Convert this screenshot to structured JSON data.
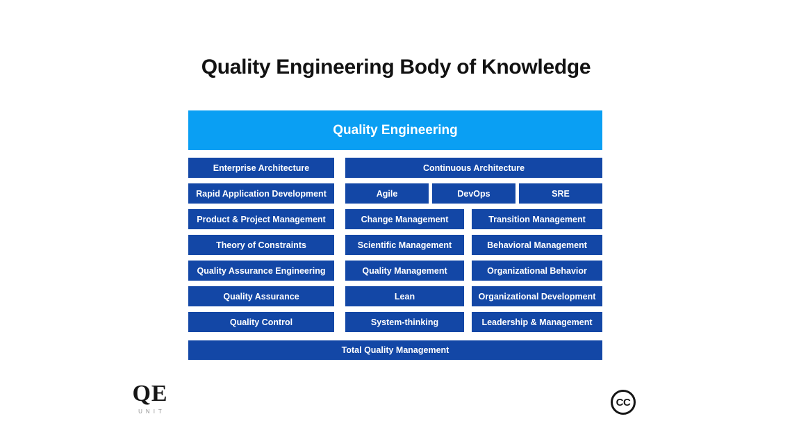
{
  "page": {
    "title": "Quality Engineering Body of Knowledge"
  },
  "diagram": {
    "header": {
      "label": "Quality Engineering"
    },
    "left_column": [
      "Enterprise Architecture",
      "Rapid Application Development",
      "Product & Project Management",
      "Theory of Constraints",
      "Quality Assurance Engineering",
      "Quality Assurance",
      "Quality Control"
    ],
    "right_section": {
      "row_full": "Continuous Architecture",
      "triple": [
        "Agile",
        "DevOps",
        "SRE"
      ],
      "pairs": [
        [
          "Change Management",
          "Transition Management"
        ],
        [
          "Scientific Management",
          "Behavioral Management"
        ],
        [
          "Quality Management",
          "Organizational Behavior"
        ],
        [
          "Lean",
          "Organizational Development"
        ],
        [
          "System-thinking",
          "Leadership & Management"
        ]
      ]
    },
    "footer": "Total Quality Management",
    "colors": {
      "header_bg": "#0a9ff3",
      "box_bg": "#1347a6",
      "box_text": "#ffffff",
      "title_text": "#121212"
    }
  },
  "branding": {
    "logo_text": "QE",
    "logo_subtext": "UNIT",
    "license_icon": "CC"
  }
}
